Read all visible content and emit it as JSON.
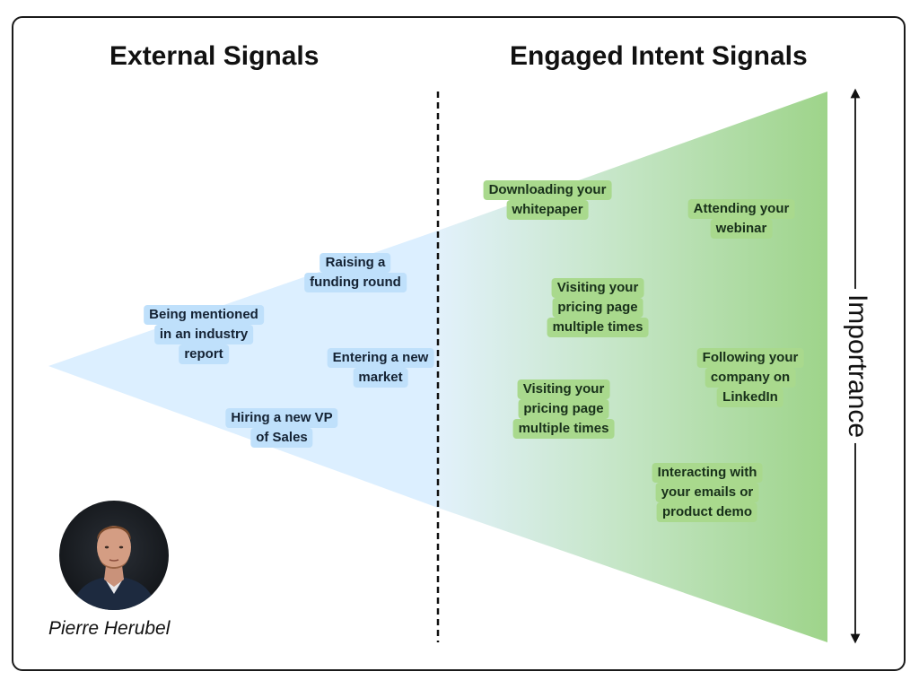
{
  "headings": {
    "external": "External Signals",
    "engaged": "Engaged Intent Signals"
  },
  "external_signals": [
    [
      "Raising a",
      "funding round"
    ],
    [
      "Being mentioned",
      "in an industry",
      "report"
    ],
    [
      "Entering a new",
      "market"
    ],
    [
      "Hiring a new VP",
      "of Sales"
    ]
  ],
  "engaged_signals": [
    [
      "Downloading your",
      "whitepaper"
    ],
    [
      "Attending your",
      "webinar"
    ],
    [
      "Visiting your",
      "pricing page",
      "multiple times"
    ],
    [
      "Following your",
      "company on",
      "LinkedIn"
    ],
    [
      "Visiting your",
      "pricing page",
      "multiple times"
    ],
    [
      "Interacting with",
      "your emails or",
      "product demo"
    ]
  ],
  "axis_label": "Importrance",
  "author": {
    "name": "Pierre Herubel"
  },
  "colors": {
    "external_fill": "#dcefff",
    "engaged_fill": "#9ed48a",
    "external_tag": "#bfe0fb",
    "engaged_tag": "#a9d98d"
  }
}
